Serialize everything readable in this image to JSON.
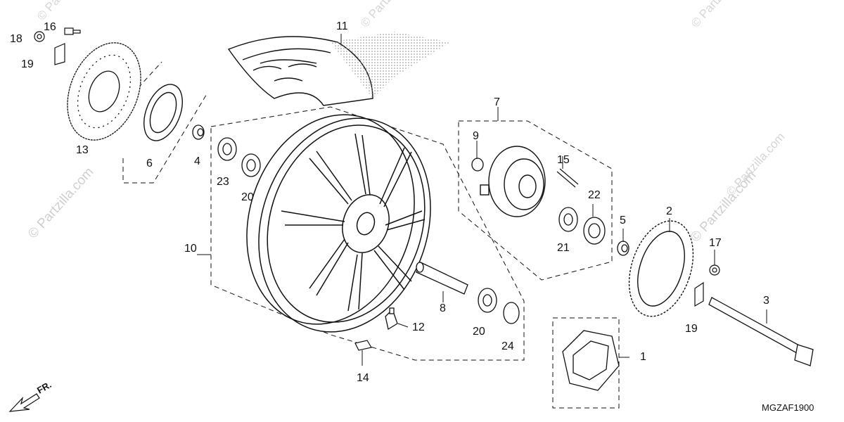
{
  "watermarks": {
    "main": "© Partzilla.com",
    "right": "© Partzilla.com",
    "faint": "© Partzilla.com"
  },
  "diagram": {
    "code": "MGZAF1900",
    "front_label": "FR."
  },
  "callouts": {
    "c1": "1",
    "c2": "2",
    "c3": "3",
    "c4": "4",
    "c5": "5",
    "c6": "6",
    "c7": "7",
    "c8": "8",
    "c9": "9",
    "c10": "10",
    "c11": "11",
    "c12": "12",
    "c13": "13",
    "c14": "14",
    "c15": "15",
    "c16": "16",
    "c17": "17",
    "c18": "18",
    "c19a": "19",
    "c19b": "19",
    "c20a": "20",
    "c20b": "20",
    "c21": "21",
    "c22": "22",
    "c23": "23",
    "c24": "24"
  }
}
